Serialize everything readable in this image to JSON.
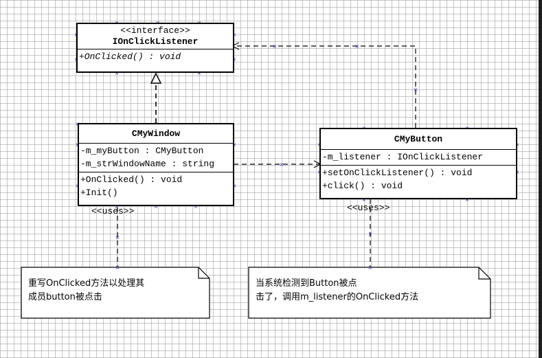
{
  "interface_class": {
    "stereotype": "<<interface>>",
    "name": "IOnClickListener",
    "operations": [
      "+OnClicked() : void"
    ]
  },
  "window_class": {
    "name": "CMyWindow",
    "attributes": [
      "-m_myButton : CMyButton",
      "-m_strWindowName : string"
    ],
    "operations": [
      "+OnClicked() : void",
      "+Init()"
    ]
  },
  "button_class": {
    "name": "CMyButton",
    "attributes": [
      "-m_listener : IOnClickListener"
    ],
    "operations": [
      "+setOnClickListener() : void",
      "+click() : void"
    ]
  },
  "labels": {
    "uses_left": "<<uses>>",
    "uses_right": "<<uses>>"
  },
  "notes": {
    "left": [
      "重写OnClicked方法以处理其",
      "成员button被点击"
    ],
    "right": [
      "当系统检测到Button被点",
      "击了，调用m_listener的OnClicked方法"
    ]
  },
  "colors": {
    "handle": "#2a2aa8",
    "side_panel": "#1f1f1f"
  }
}
